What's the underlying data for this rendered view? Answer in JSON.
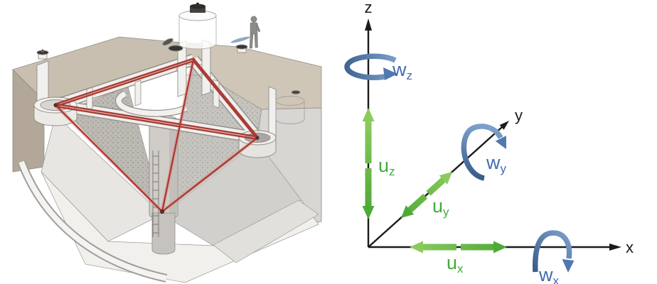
{
  "figure": {
    "illustration": {
      "title": "ring-laser-observatory-cutaway",
      "description": "Cutaway 3D rendering of an underground tetrahedral ring-laser observatory: red laser beams connect three surface vaults to a bottom apex; central shaft with ladder; storage tank, vault lids and a standing person at the surface.",
      "laser_color": "#a83a33"
    },
    "axes": {
      "x": "x",
      "y": "y",
      "z": "z"
    },
    "motion_labels": {
      "uz": {
        "base": "u",
        "sub": "z"
      },
      "uy": {
        "base": "u",
        "sub": "y"
      },
      "ux": {
        "base": "u",
        "sub": "x"
      },
      "wz": {
        "base": "w",
        "sub": "z"
      },
      "wy": {
        "base": "w",
        "sub": "y"
      },
      "wx": {
        "base": "w",
        "sub": "x"
      }
    },
    "colors": {
      "translation_green": "#6bbf47",
      "rotation_blue": "#4e77ab",
      "axis_black": "#1b1b1b"
    }
  }
}
